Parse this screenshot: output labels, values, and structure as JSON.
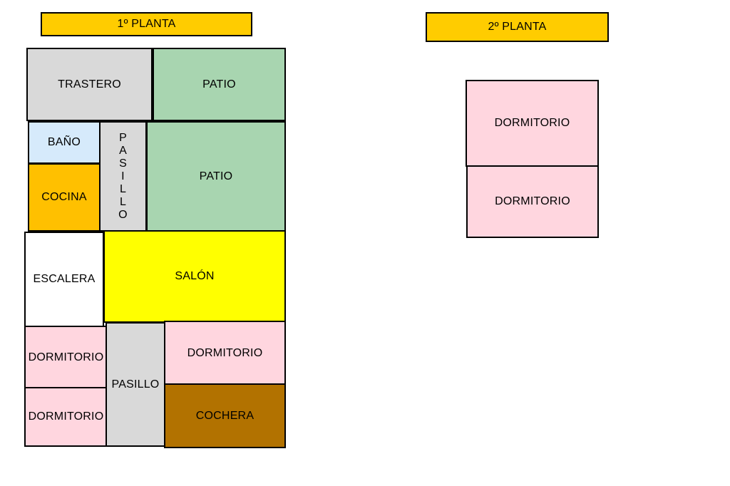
{
  "floors": {
    "first": {
      "title": "1º PLANTA"
    },
    "second": {
      "title": "2º PLANTA"
    }
  },
  "rooms": {
    "trastero": "TRASTERO",
    "patio_top": "PATIO",
    "bano": "BAÑO",
    "pasillo_vertical": "PASILLO",
    "patio_middle": "PATIO",
    "cocina": "COCINA",
    "escalera": "ESCALERA",
    "salon": "SALÓN",
    "dormitorio_left_1": "DORMITORIO",
    "dormitorio_left_2": "DORMITORIO",
    "pasillo_bottom": "PASILLO",
    "dormitorio_right": "DORMITORIO",
    "cochera": "COCHERA",
    "second_dormitorio_1": "DORMITORIO",
    "second_dormitorio_2": "DORMITORIO"
  },
  "colors": {
    "label_bar": "#FFCC00",
    "storage_gray": "#D9D9D9",
    "patio_green": "#A8D5B0",
    "bath_blue": "#D6EAFB",
    "kitchen_orange": "#FFC000",
    "stair_white": "#FFFFFF",
    "salon_yellow": "#FFFF00",
    "bedroom_pink": "#FFD6DF",
    "garage_brown": "#B27200"
  }
}
